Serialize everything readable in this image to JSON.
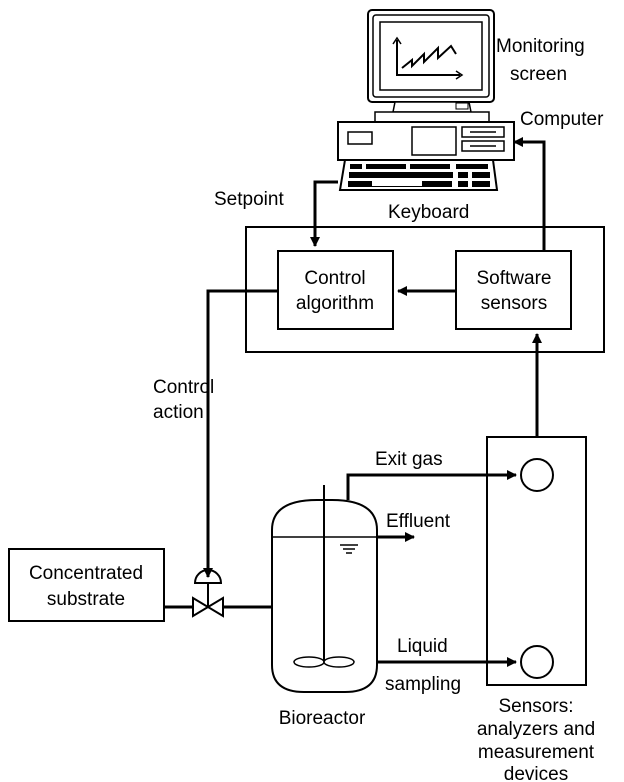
{
  "labels": {
    "monitoring_screen": [
      "Monitoring",
      "screen"
    ],
    "computer": "Computer",
    "keyboard": "Keyboard",
    "setpoint": "Setpoint",
    "control_algorithm": [
      "Control",
      "algorithm"
    ],
    "software_sensors": [
      "Software",
      "sensors"
    ],
    "control_action": [
      "Control",
      "action"
    ],
    "exit_gas": "Exit gas",
    "effluent": "Effluent",
    "concentrated_substrate": [
      "Concentrated",
      "substrate"
    ],
    "liquid_sampling": [
      "Liquid",
      "sampling"
    ],
    "bioreactor": "Bioreactor",
    "sensors": [
      "Sensors:",
      "analyzers and",
      "measurement",
      "devices"
    ]
  }
}
